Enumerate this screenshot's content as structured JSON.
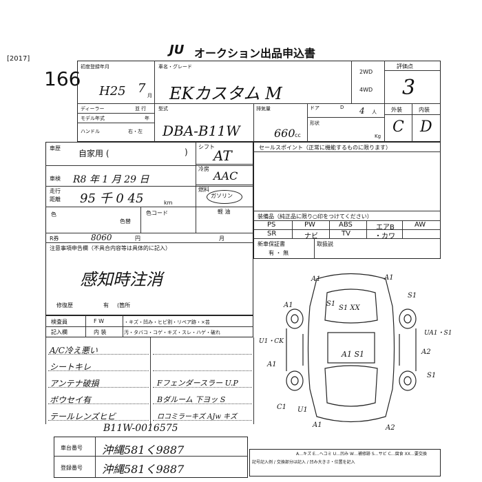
{
  "header": {
    "logo": "JU",
    "title": "オークション出品申込書",
    "year": "[2017]",
    "lot_no": "166"
  },
  "top": {
    "first_reg_label": "初度登録年月",
    "first_reg_value": "H25",
    "first_reg_month": "7",
    "month_unit": "月",
    "model_label": "車名・グレード",
    "model_value": "EKカスタム M",
    "drive_2wd": "2WD",
    "drive_4wd": "4WD",
    "score_label": "評価点",
    "score_value": "3",
    "dealer_label": "ディーラー",
    "dealer_opts": "並 行",
    "model_year_label": "モデル年式",
    "year_unit": "年",
    "handle_label": "ハンドル",
    "handle_opts": "右・左",
    "type_label": "型式",
    "type_value": "DBA-B11W",
    "disp_label": "排気量",
    "disp_value": "660",
    "disp_unit": "cc",
    "door_label": "ドア",
    "door_unit": "D",
    "seats_value": "4",
    "seats_unit": "人",
    "shape_label": "形状",
    "load_unit": "Kg",
    "exterior_label": "外装",
    "interior_label": "内装",
    "exterior_value": "C",
    "interior_value": "D"
  },
  "left": {
    "usage_label": "車歴",
    "usage_value": "自家用 (",
    "usage_close": ")",
    "inspection_label": "車検",
    "inspection_value": "R8 年 1 月 29 日",
    "mileage_label": "走行",
    "mileage_sub": "距離",
    "mileage_value": "95 千 0 45",
    "mileage_unit": "km",
    "color_label": "色",
    "color_code_label": "色コード",
    "color_change_label": "色替",
    "recycle_label": "R券",
    "recycle_value": "8060",
    "recycle_unit": "円",
    "month_label": "月",
    "notes_label": "注意事項申告欄（不具合内容等は具体的に記入）",
    "notes_value": "感知時注消",
    "repair_label": "修復歴",
    "repair_value": "有",
    "repair_part": "(箇所",
    "inspector_label": "検査員",
    "inspector_fw": "F W",
    "inspector_options": "・キズ・凹み・ヒビ割・リペア跡・×芸",
    "fill_label": "記入欄",
    "fill_interior": "内 装",
    "fill_options": "汚・タバコ・コゲ・キズ・スレ・ハゲ・破れ",
    "remarks": [
      "A/C冷え悪い",
      "シートキレ",
      "アンテナ破損",
      "ボウセイ有",
      "テールレンズヒビ"
    ],
    "remarks_right": [
      "",
      "",
      "Fフェンダースラー U.P",
      "Bダルーム 下ヨッ S",
      "ロコミラーキズ AJw キズ"
    ],
    "chassis_partial": "B11W-0016575",
    "frame_label": "車台番号",
    "frame_value": "沖縄581く9887",
    "reg_label": "登録番号",
    "reg_value": "沖縄581く9887"
  },
  "right": {
    "sales_label": "セールスポイント（正常に機能するものに限ります）",
    "shift_label": "シフト",
    "shift_value": "AT",
    "ac_label": "冷房",
    "ac_value": "AAC",
    "fuel_label": "燃料",
    "fuel_value": "ガソリン",
    "fuel_other": "軽 油",
    "equipment_label": "装備品（純正品に限り○印をつけてください）",
    "equipment_row1": [
      "PS",
      "PW",
      "ABS",
      "エアB",
      "AW"
    ],
    "equipment_row2": [
      "SR",
      "ナビ",
      "TV",
      "・カワ",
      ""
    ],
    "maint_label": "新車保証書",
    "maint_value": "有 ・ 無",
    "handwritten_note": "取扱説",
    "legend": "A…キズ E…ヘコミ U…凹み W…補修跡 S…サビ C…腐食 XX…要交換",
    "legend2": "記号記入例 / 交換部分は記入 / 凹み大きさ・位置を記入"
  },
  "diagram": {
    "labels": [
      "A1",
      "A1",
      "S1",
      "S1 XX",
      "S1",
      "A1",
      "UA1・S1",
      "U1・CK",
      "A1 S1",
      "A2",
      "A1",
      "S1",
      "C1",
      "U1",
      "A1",
      "A2"
    ]
  }
}
